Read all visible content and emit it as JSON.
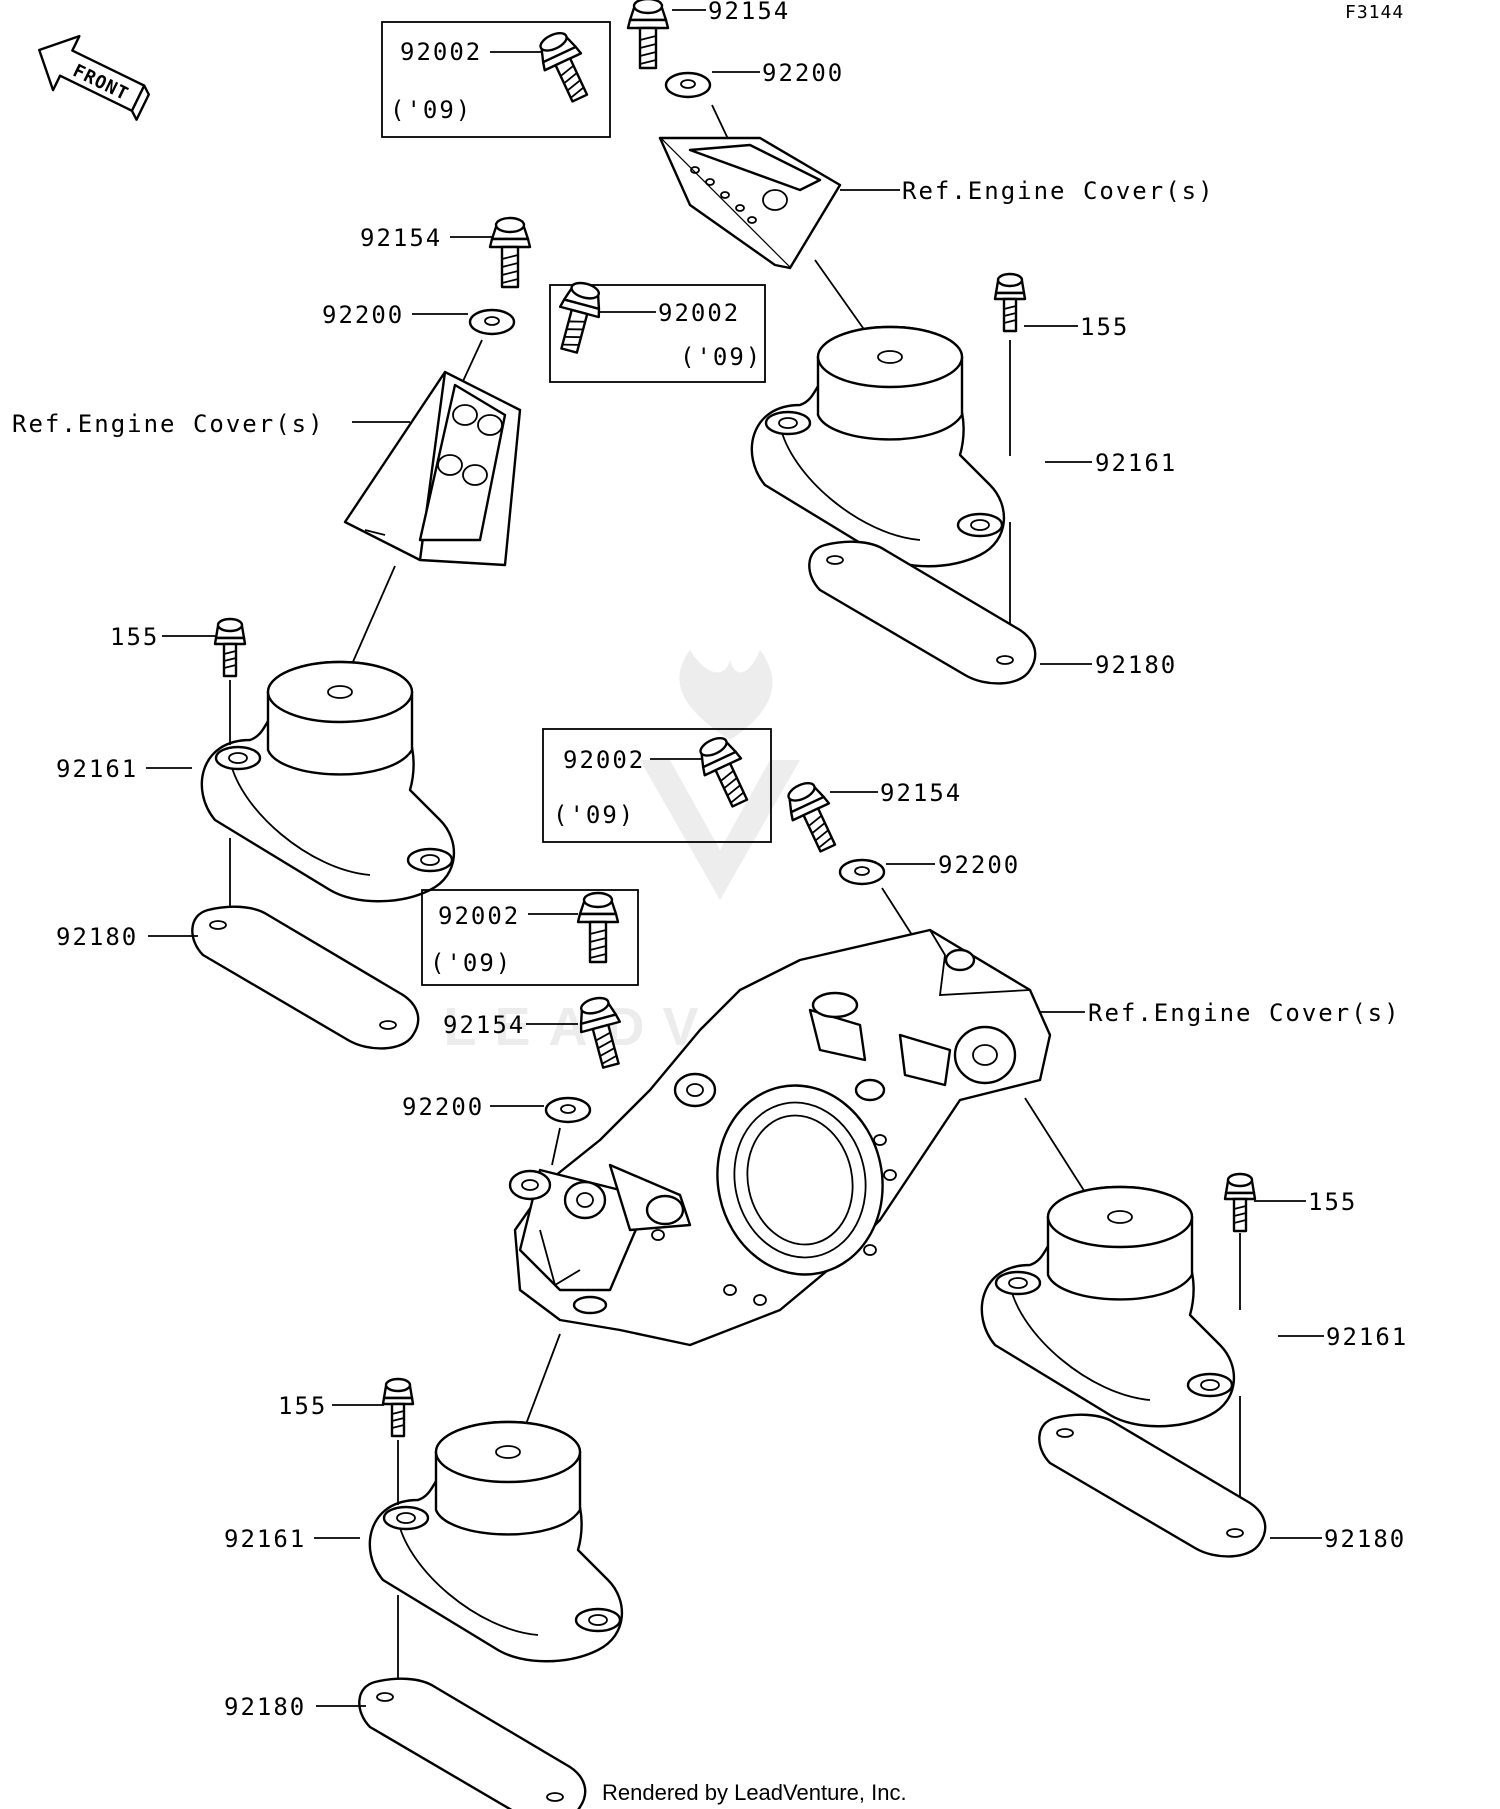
{
  "figure_code": "F3144",
  "front_label": "FRONT",
  "credit": "Rendered by LeadVenture, Inc.",
  "callouts": {
    "bolt_top": "92154",
    "washer_top": "92200",
    "ref_top": "Ref.Engine Cover(s)",
    "box1_part": "92002",
    "box1_year": "('09)",
    "bolt_left": "92154",
    "washer_left": "92200",
    "ref_left": "Ref.Engine Cover(s)",
    "box2_part": "92002",
    "box2_year": "('09)",
    "screw_right_upper": "155",
    "mount_right_upper": "92161",
    "gasket_right_upper": "92180",
    "screw_left_upper": "155",
    "mount_left_upper": "92161",
    "gasket_left_upper": "92180",
    "box3_part": "92002",
    "box3_year": "('09)",
    "bolt_center": "92154",
    "washer_center": "92200",
    "box4_part": "92002",
    "box4_year": "('09)",
    "bolt_center_left": "92154",
    "washer_center_left": "92200",
    "ref_center": "Ref.Engine Cover(s)",
    "screw_right_lower": "155",
    "mount_right_lower": "92161",
    "gasket_right_lower": "92180",
    "screw_left_lower": "155",
    "mount_left_lower": "92161",
    "gasket_left_lower": "92180"
  }
}
